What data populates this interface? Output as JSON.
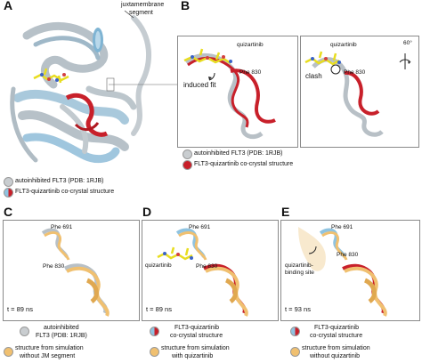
{
  "panels": {
    "a": "A",
    "b": "B",
    "c": "C",
    "d": "D",
    "e": "E"
  },
  "panel_a": {
    "juxtamembrane_line1": "juxtamembrane",
    "juxtamembrane_line2": "segment",
    "legend_gray": "autoinhibited FLT3 (PDB: 1RJB)",
    "legend_mixed": "FLT3-quizartinib co-crystal structure"
  },
  "panel_b": {
    "left_quizartinib": "quizartinib",
    "left_induced_fit": "induced fit",
    "left_phe830": "Phe 830",
    "right_quizartinib": "quizartinib",
    "right_clash": "clash",
    "right_phe830": "Phe 830",
    "rotation": "60°",
    "legend_gray": "autoinhibited FLT3 (PDB: 1RJB)",
    "legend_red": "FLT3-quizartinib co-crystal structure"
  },
  "panel_c": {
    "phe691": "Phe 691",
    "phe830": "Phe 830",
    "time": "t = 89 ns",
    "legend1_line1": "autoinhibited",
    "legend1_line2": "FLT3 (PDB: 1RJB)",
    "legend2_line1": "structure from simulation",
    "legend2_line2": "without JM segment"
  },
  "panel_d": {
    "phe691": "Phe 691",
    "quizartinib": "quizartinib",
    "phe830": "Phe 830",
    "time": "t = 89 ns",
    "legend1_line1": "FLT3-quizartinib",
    "legend1_line2": "co-crystal structure",
    "legend2_line1": "structure from simulation",
    "legend2_line2": "with quizartinib"
  },
  "panel_e": {
    "phe691": "Phe 691",
    "site_line1": "quizartinib-",
    "site_line2": "binding site",
    "phe830": "Phe 830",
    "time": "t = 93 ns",
    "legend1_line1": "FLT3-quizartinib",
    "legend1_line2": "co-crystal structure",
    "legend2_line1": "structure from simulation",
    "legend2_line2": "without quizartinib"
  },
  "colors": {
    "gray": "#c9cdd0",
    "blue": "#8fc3e0",
    "red": "#c8202a",
    "orange": "#f0c070",
    "yellow": "#f2e93a"
  }
}
